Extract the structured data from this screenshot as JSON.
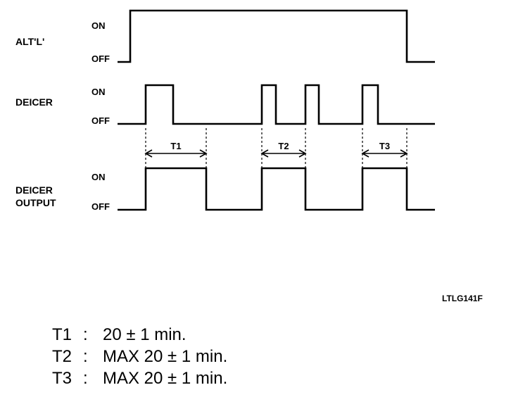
{
  "signals": [
    {
      "label_lines": [
        "ALT'L'"
      ],
      "on_label": "ON",
      "off_label": "OFF",
      "transitions": [
        {
          "t": 0,
          "level": "off"
        },
        {
          "t": 185,
          "level": "on"
        },
        {
          "t": 578,
          "level": "off"
        },
        {
          "t": 618,
          "level": "off"
        }
      ]
    },
    {
      "label_lines": [
        "DEICER"
      ],
      "on_label": "ON",
      "off_label": "OFF",
      "transitions": [
        {
          "t": 0,
          "level": "off"
        },
        {
          "t": 207,
          "level": "on"
        },
        {
          "t": 246,
          "level": "off"
        },
        {
          "t": 372,
          "level": "on"
        },
        {
          "t": 392,
          "level": "off"
        },
        {
          "t": 434,
          "level": "on"
        },
        {
          "t": 453,
          "level": "off"
        },
        {
          "t": 515,
          "level": "on"
        },
        {
          "t": 537,
          "level": "off"
        },
        {
          "t": 618,
          "level": "off"
        }
      ]
    },
    {
      "label_lines": [
        "DEICER",
        "OUTPUT"
      ],
      "on_label": "ON",
      "off_label": "OFF",
      "transitions": [
        {
          "t": 0,
          "level": "off"
        },
        {
          "t": 207,
          "level": "on"
        },
        {
          "t": 293,
          "level": "off"
        },
        {
          "t": 372,
          "level": "on"
        },
        {
          "t": 434,
          "level": "off"
        },
        {
          "t": 515,
          "level": "on"
        },
        {
          "t": 578,
          "level": "off"
        },
        {
          "t": 618,
          "level": "off"
        }
      ]
    }
  ],
  "periods": [
    {
      "label": "T1",
      "start": 207,
      "end": 293
    },
    {
      "label": "T2",
      "start": 372,
      "end": 434
    },
    {
      "label": "T3",
      "start": 515,
      "end": 578
    }
  ],
  "figure_code": "LTLG141F",
  "notes": [
    {
      "key": "T1",
      "colon": ":",
      "text": "20 ± 1 min."
    },
    {
      "key": "T2",
      "colon": ":",
      "text": "MAX 20 ± 1 min."
    },
    {
      "key": "T3",
      "colon": ":",
      "text": "MAX 20 ± 1 min."
    }
  ]
}
